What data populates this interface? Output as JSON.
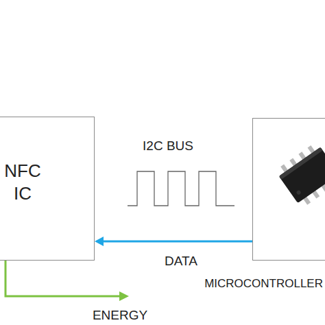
{
  "diagram": {
    "nodes": [
      {
        "text": [
          "NFC IC"
        ]
      },
      {
        "text": [
          "MICROCONTROLLER"
        ]
      }
    ],
    "edges": [
      {
        "from": 1,
        "to": 0,
        "arrow": "to",
        "label": "DATA"
      }
    ],
    "labels": [
      "I2C BUS",
      "ENERGY"
    ]
  }
}
